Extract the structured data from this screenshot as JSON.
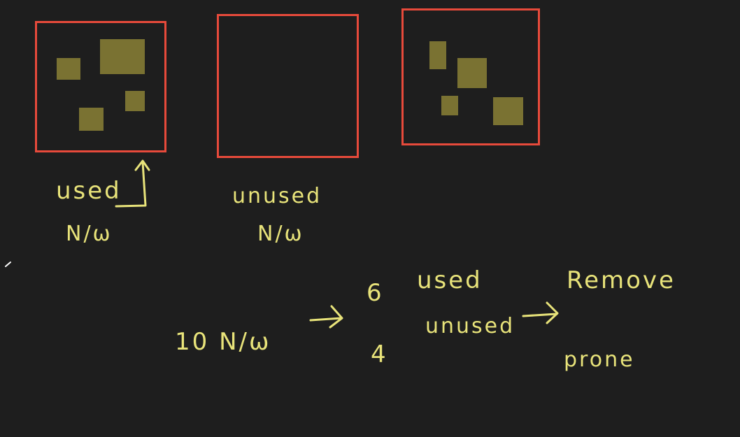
{
  "colors": {
    "background": "#1e1e1e",
    "box_border": "#e74a3b",
    "block_fill": "#7a7232",
    "ink": "#e8e37a"
  },
  "boxes": [
    {
      "label": "used",
      "sub": "N/ω",
      "block_count": 4
    },
    {
      "label": "unused",
      "sub": "N/ω",
      "block_count": 0
    },
    {
      "label": "",
      "sub": "",
      "block_count": 4
    }
  ],
  "notes": {
    "total": "10 N/ω",
    "used_count": "6",
    "used_word": "used",
    "unused_count": "4",
    "unused_word": "unused",
    "action": "Remove",
    "action_2": "prone"
  }
}
